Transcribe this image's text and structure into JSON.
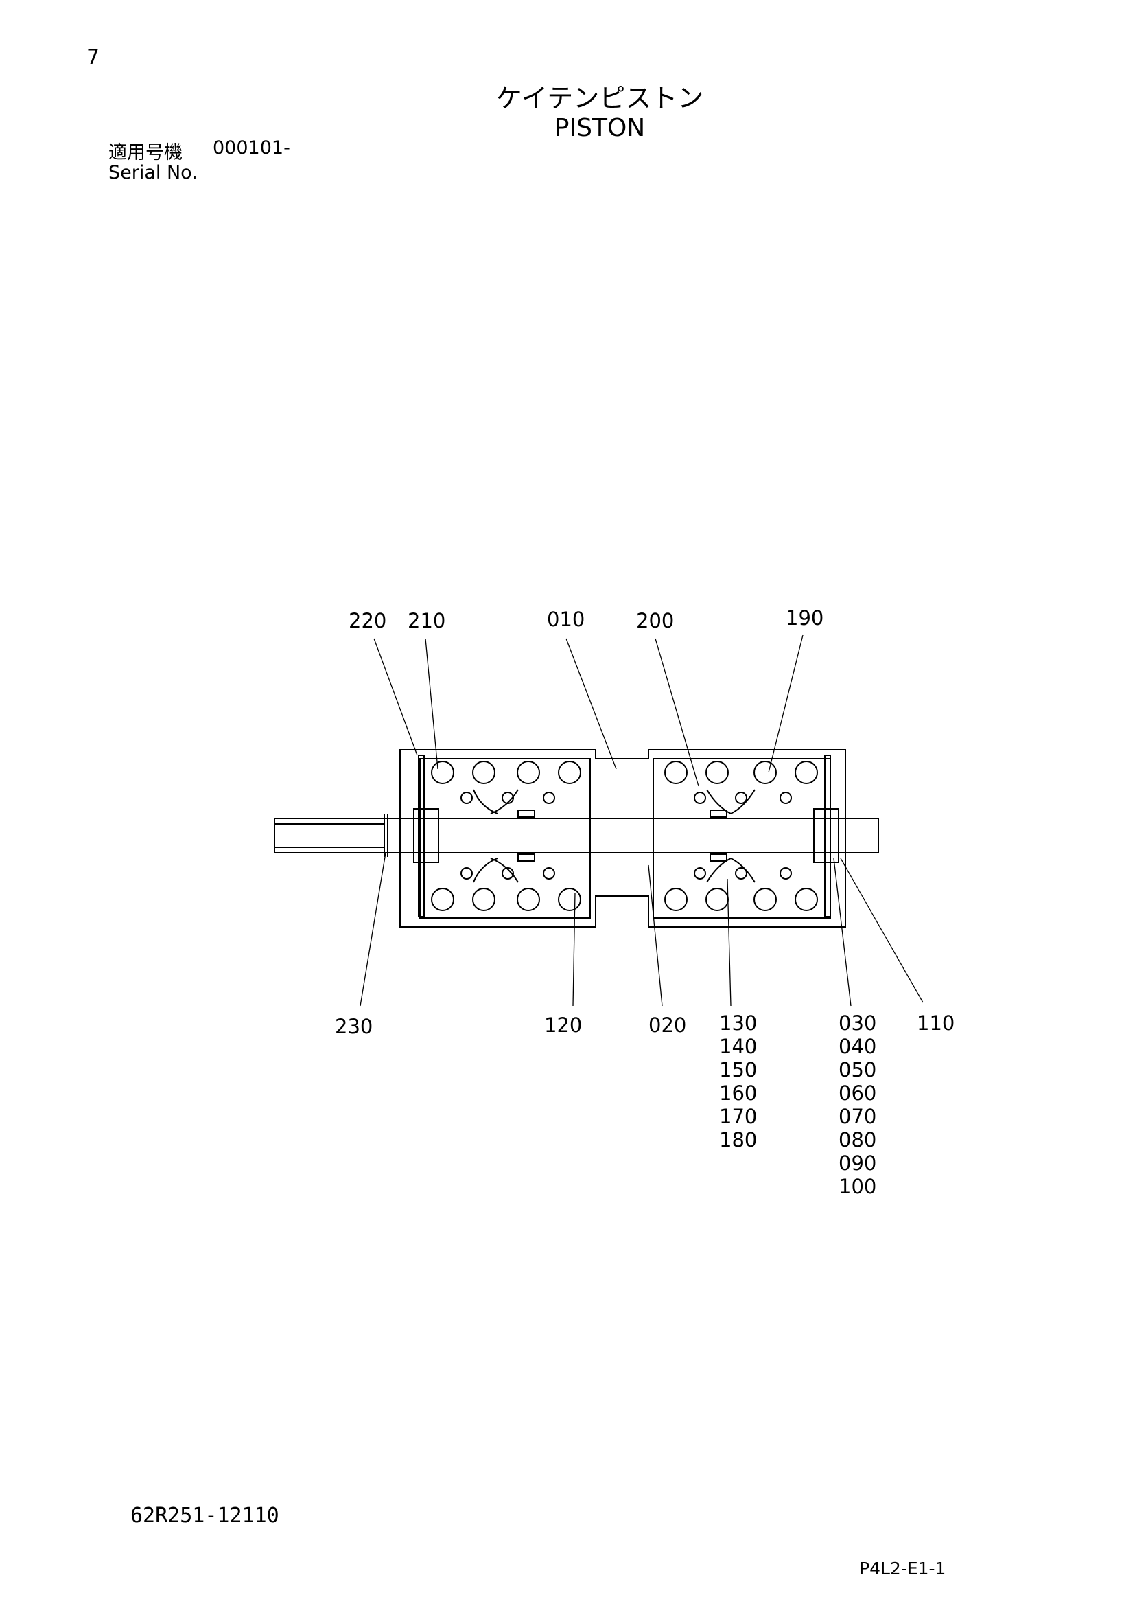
{
  "page": {
    "number": "7",
    "title_jp": "ケイテンピストン",
    "title_en": "PISTON",
    "serial_label": "適用号機",
    "serial_value": "000101-",
    "serial_sub": "Serial No.",
    "drawing_number": "62R251-12110",
    "sheet_code": "P4L2-E1-1"
  },
  "callouts": {
    "c220": "220",
    "c210": "210",
    "c010": "010",
    "c200": "200",
    "c190": "190",
    "c230": "230",
    "c120": "120",
    "c020": "020",
    "c110": "110",
    "group130": [
      "130",
      "140",
      "150",
      "160",
      "170",
      "180"
    ],
    "group030": [
      "030",
      "040",
      "050",
      "060",
      "070",
      "080",
      "090",
      "100"
    ]
  }
}
